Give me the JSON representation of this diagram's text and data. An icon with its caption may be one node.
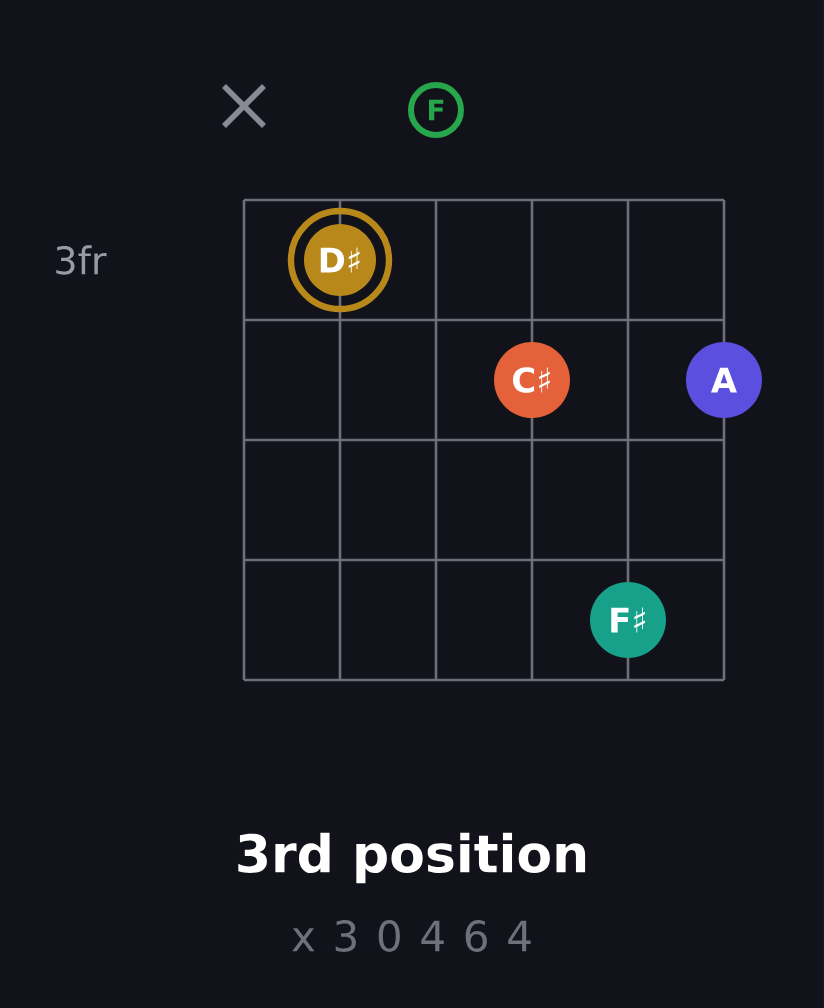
{
  "diagram": {
    "title": "3rd position",
    "nodes": [
      {
        "text": [
          "F"
        ]
      },
      {
        "text": [
          "D♯"
        ]
      },
      {
        "text": [
          "C♯"
        ]
      },
      {
        "text": [
          "A"
        ]
      },
      {
        "text": [
          "F♯"
        ]
      }
    ],
    "labels": [
      "3fr",
      "x 3 0 4 6 4"
    ]
  }
}
